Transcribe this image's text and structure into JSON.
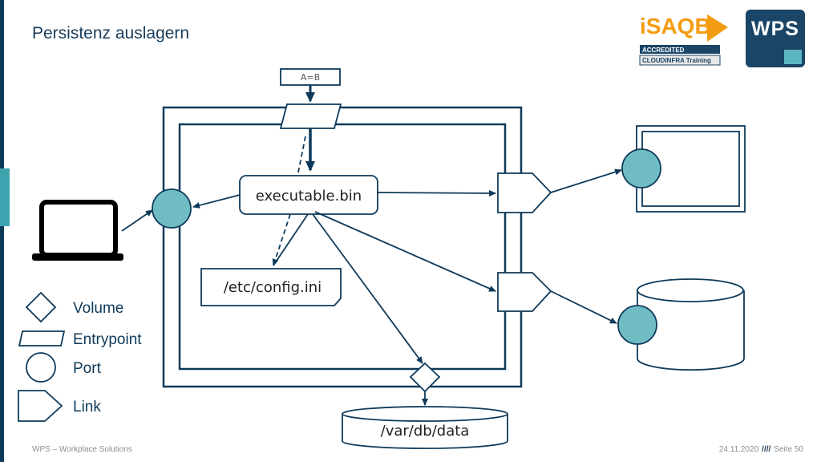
{
  "slide": {
    "title": "Persistenz auslagern",
    "footer_left": "WPS – Workplace Solutions",
    "footer_date": "24.11.2020",
    "footer_sep": "////",
    "footer_page": "Seite 50"
  },
  "logos": {
    "isaqb_brand": "iSAQB",
    "isaqb_accredited": "ACCREDITED",
    "isaqb_program": "CLOUDINFRA Training",
    "wps_brand": "WPS"
  },
  "diagram": {
    "input_label": "A=B",
    "executable_label": "executable.bin",
    "config_label": "/etc/config.ini",
    "volume_label": "/var/db/data"
  },
  "legend": {
    "volume": "Volume",
    "entrypoint": "Entrypoint",
    "port": "Port",
    "link": "Link"
  },
  "colors": {
    "navy": "#0e3a5a",
    "port_fill": "#6fbcc3",
    "accent": "#3fa3b0",
    "isaqb_orange": "#f39c12"
  }
}
